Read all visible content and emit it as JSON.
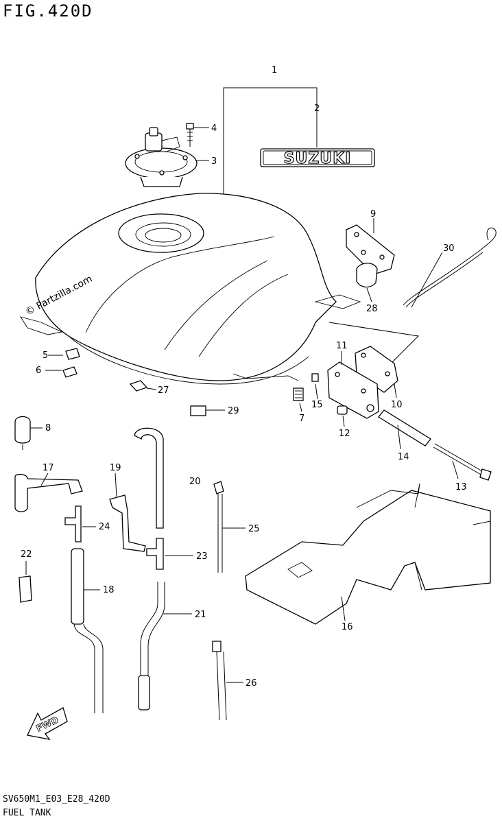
{
  "header": {
    "figure_title": "FIG.420D"
  },
  "watermark": "© Partzilla.com",
  "brand_badge": "SUZUKI",
  "fwd_arrow_label": "FWD",
  "callouts": {
    "c1": "1",
    "c2": "2",
    "c3": "3",
    "c4": "4",
    "c5": "5",
    "c6": "6",
    "c7": "7",
    "c8": "8",
    "c9": "9",
    "c10": "10",
    "c11": "11",
    "c12": "12",
    "c13": "13",
    "c14": "14",
    "c15": "15",
    "c16": "16",
    "c17": "17",
    "c18": "18",
    "c19": "19",
    "c20": "20",
    "c21": "21",
    "c22": "22",
    "c23": "23",
    "c24": "24",
    "c25": "25",
    "c26": "26",
    "c27": "27",
    "c28": "28",
    "c29": "29",
    "c30": "30"
  },
  "footer": {
    "code": "SV650M1_E03_E28_420D",
    "name": "FUEL TANK"
  }
}
